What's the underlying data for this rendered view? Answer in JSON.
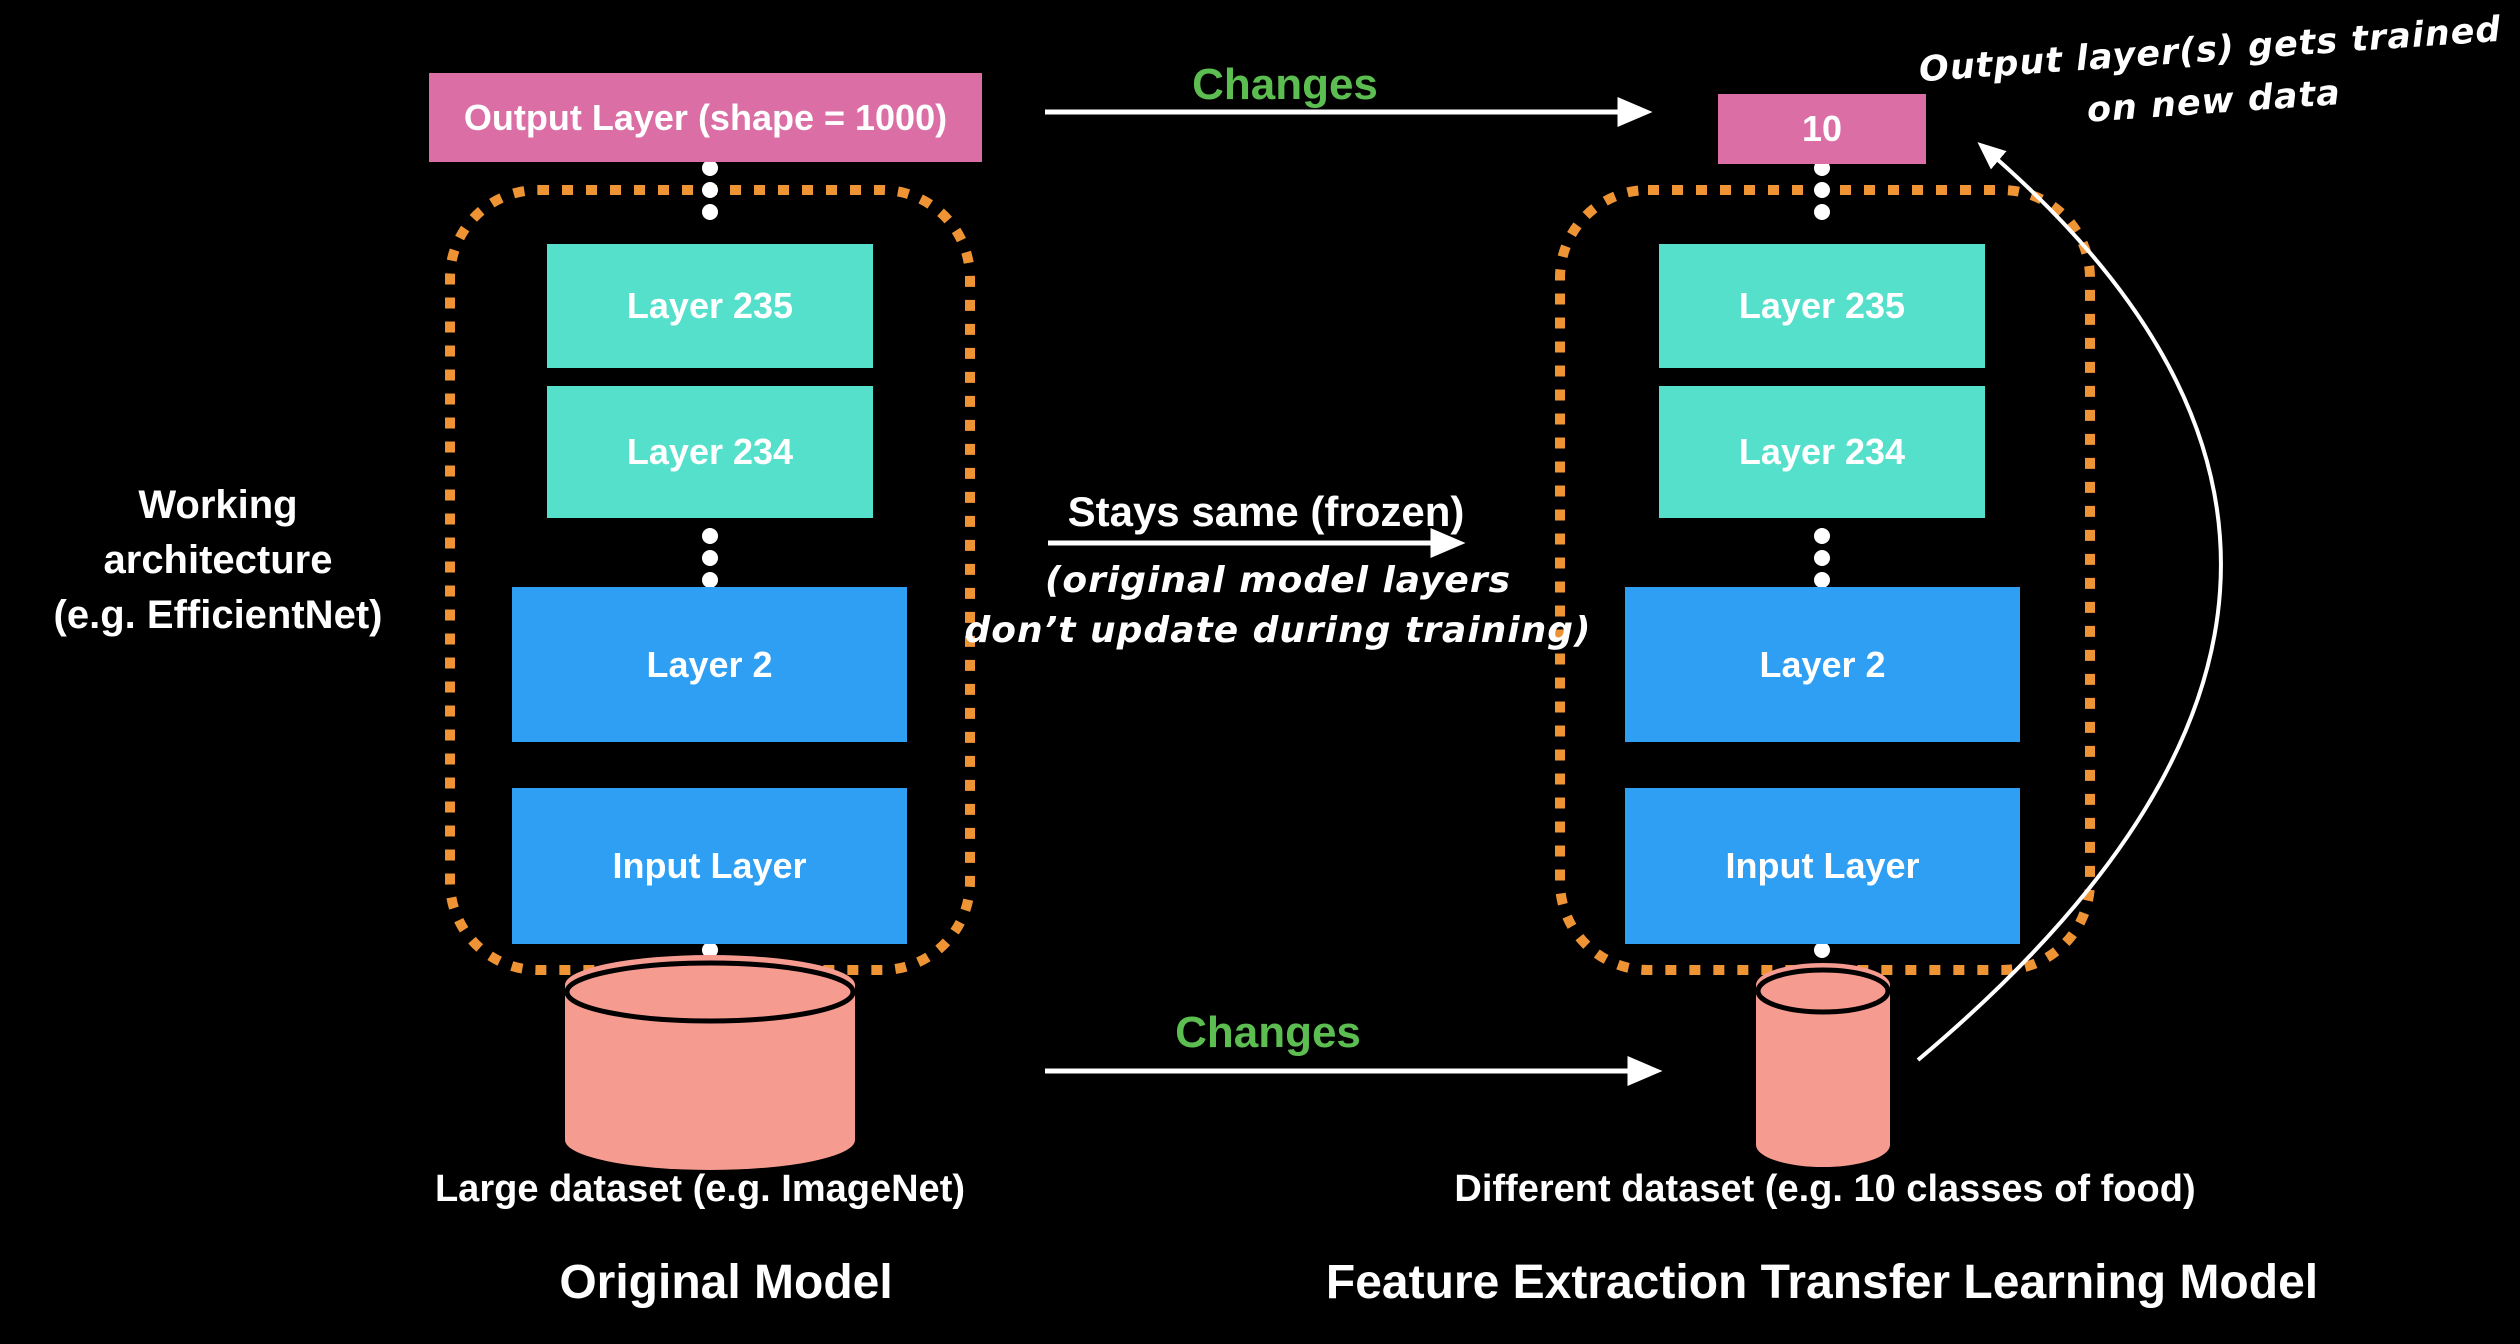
{
  "colors": {
    "bg": "#000000",
    "pink": "#DB6FA5",
    "teal": "#55E0CC",
    "blue": "#2E9FF3",
    "orange": "#EF9435",
    "salmon": "#F59B90",
    "green": "#5CBE50",
    "white": "#FFFFFF"
  },
  "left_model": {
    "side_label": [
      "Working",
      "architecture",
      "(e.g. EfficientNet)"
    ],
    "output_label": "Output Layer (shape = 1000)",
    "layers": [
      "Layer 235",
      "Layer 234",
      "Layer 2",
      "Input Layer"
    ],
    "dataset_caption": "Large dataset (e.g. ImageNet)",
    "title": "Original Model"
  },
  "right_model": {
    "output_label": "10",
    "layers": [
      "Layer 235",
      "Layer 234",
      "Layer 2",
      "Input Layer"
    ],
    "dataset_caption": "Different dataset (e.g. 10 classes of food)",
    "title": "Feature Extraction Transfer Learning Model"
  },
  "middle": {
    "top_arrow_label": "Changes",
    "freeze_label": "Stays same (frozen)",
    "freeze_note": [
      "(original model layers",
      "don’t update during training)"
    ],
    "bottom_arrow_label": "Changes"
  },
  "annotation": {
    "line1": "Output layer(s) gets trained",
    "line2": "on new data"
  }
}
